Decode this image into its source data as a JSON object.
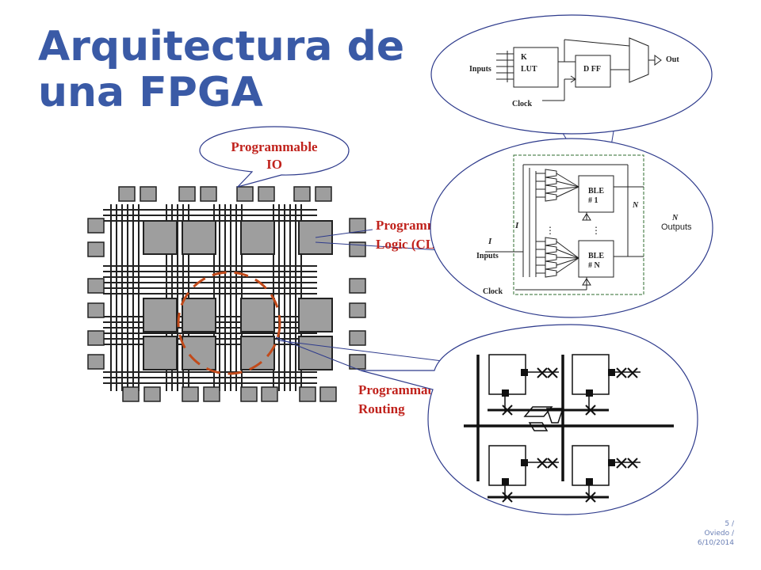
{
  "title": {
    "line1": "Arquitectura de",
    "line2": "una FPGA"
  },
  "footer": {
    "page": "5 /",
    "place": "Oviedo /",
    "date": "6/10/2014"
  },
  "callouts": {
    "io": {
      "line1": "Programmable",
      "line2": "IO"
    },
    "logic": {
      "line1": "Programmable",
      "line2": "Logic (CLB)"
    },
    "routing": {
      "line1": "Programmable",
      "line2": "Routing"
    }
  },
  "ble_detail": {
    "k": "K",
    "lut": "LUT",
    "inputs": "Inputs",
    "dff": "D FF",
    "out": "Out",
    "clock": "Clock"
  },
  "clb_detail": {
    "ble1": "BLE",
    "ble1_num": "# 1",
    "bleN": "BLE",
    "bleN_num": "# N",
    "i_top": "I",
    "i_inputs": "I",
    "inputs": "Inputs",
    "n_right": "N",
    "n_outputs": "N",
    "outputs": "Outputs",
    "clock": "Clock"
  },
  "colors": {
    "title": "#3a5aa6",
    "callout_text": "#c0221c",
    "ellipse": "#2e3b8c",
    "dashed": "#c24a1a"
  }
}
